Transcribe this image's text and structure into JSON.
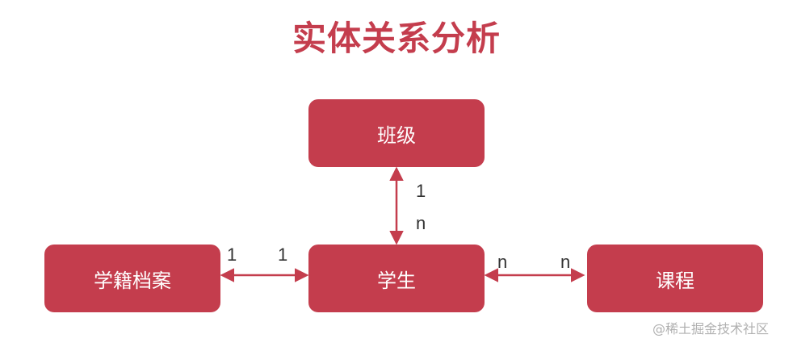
{
  "title": "实体关系分析",
  "entities": {
    "class": "班级",
    "student": "学生",
    "record": "学籍档案",
    "course": "课程"
  },
  "cardinality": {
    "class_side": "1",
    "student_side_of_class": "n",
    "record_side": "1",
    "student_side_of_record": "1",
    "student_side_of_course": "n",
    "course_side": "n"
  },
  "colors": {
    "accent": "#c43d4d",
    "text": "#333333"
  },
  "watermark": "@稀土掘金技术社区"
}
